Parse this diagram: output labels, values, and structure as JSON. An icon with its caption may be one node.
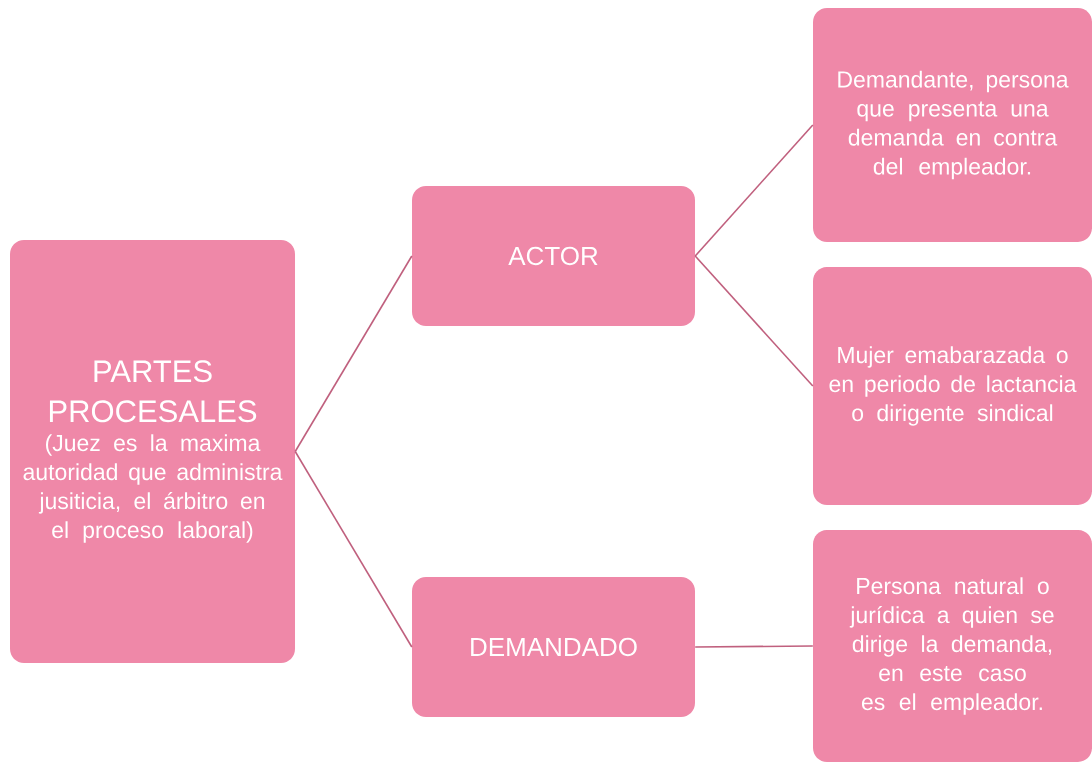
{
  "diagram": {
    "nodes": [
      {
        "text": [
          "PARTES PROCESALES",
          "(Juez es la maxima autoridad que administra jusiticia, el árbitro en el proceso laboral)"
        ]
      },
      {
        "text": [
          "ACTOR"
        ]
      },
      {
        "text": [
          "DEMANDADO"
        ]
      },
      {
        "text": [
          "Demandante, persona que presenta una demanda en contra del empleador."
        ]
      },
      {
        "text": [
          "Mujer emabarazada o en periodo de lactancia o dirigente sindical"
        ]
      },
      {
        "text": [
          "Persona natural o jurídica a quien se dirige la demanda, en este caso es el empleador."
        ]
      }
    ],
    "edges": [
      {
        "from": 0,
        "to": 1,
        "arrow": "none"
      },
      {
        "from": 0,
        "to": 2,
        "arrow": "none"
      },
      {
        "from": 1,
        "to": 3,
        "arrow": "none"
      },
      {
        "from": 1,
        "to": 4,
        "arrow": "none"
      },
      {
        "from": 2,
        "to": 5,
        "arrow": "none"
      }
    ]
  }
}
